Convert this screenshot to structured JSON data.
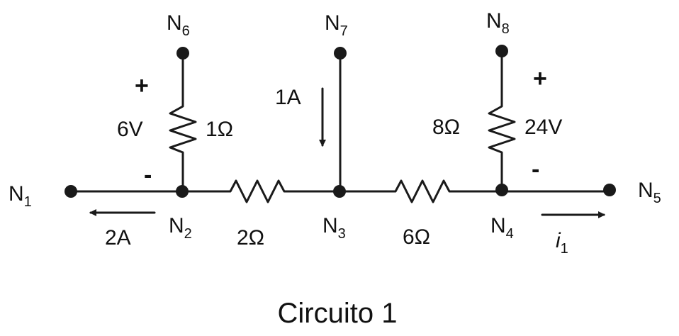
{
  "caption": "Circuito 1",
  "nodes": {
    "n1": {
      "letter": "N",
      "index": "1"
    },
    "n2": {
      "letter": "N",
      "index": "2"
    },
    "n3": {
      "letter": "N",
      "index": "3"
    },
    "n4": {
      "letter": "N",
      "index": "4"
    },
    "n5": {
      "letter": "N",
      "index": "5"
    },
    "n6": {
      "letter": "N",
      "index": "6"
    },
    "n7": {
      "letter": "N",
      "index": "7"
    },
    "n8": {
      "letter": "N",
      "index": "8"
    }
  },
  "components": {
    "r_1ohm": "1Ω",
    "r_2ohm": "2Ω",
    "r_6ohm": "6Ω",
    "r_8ohm": "8Ω",
    "v_6v": "6V",
    "v_24v": "24V"
  },
  "currents": {
    "c_1a": "1A",
    "c_2a": "2A",
    "i1_symbol": "i",
    "i1_index": "1"
  },
  "polarity": {
    "plus": "+",
    "minus": "-"
  }
}
